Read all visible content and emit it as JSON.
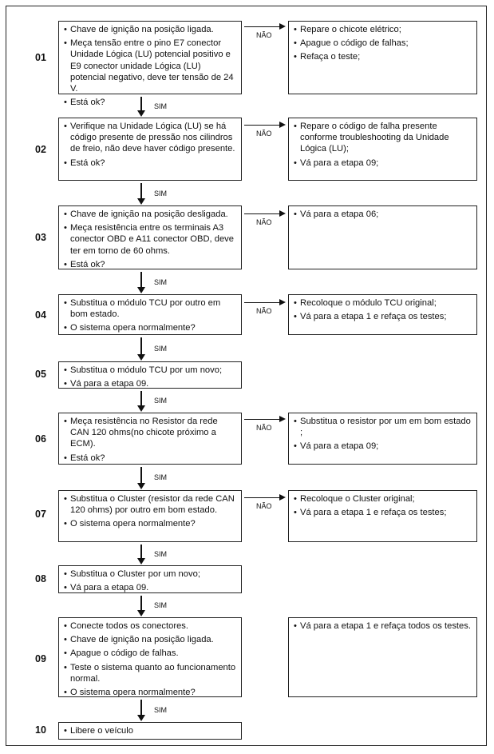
{
  "steps": [
    {
      "num": "01",
      "left": [
        "Chave de ignição na posição ligada.",
        "Meça tensão entre o pino E7 conector Unidade Lógica (LU) potencial  positivo e E9 conector unidade Lógica (LU) potencial negativo, deve ter tensão de 24 V.",
        "Está ok?"
      ],
      "right": [
        "Repare o chicote elétrico;",
        "Apague o código de falhas;",
        "Refaça o teste;"
      ]
    },
    {
      "num": "02",
      "left": [
        "Verifique na Unidade Lógica (LU) se há código presente de pressão nos cilindros de freio, não deve haver código presente.",
        "Está ok?"
      ],
      "right": [
        "Repare o código de falha presente conforme troubleshooting da Unidade Lógica (LU);",
        "Vá para a etapa 09;"
      ]
    },
    {
      "num": "03",
      "left": [
        "Chave de ignição na posição desligada.",
        "Meça resistência entre os terminais A3 conector OBD e A11 conector OBD, deve ter em torno de 60 ohms.",
        "Está ok?"
      ],
      "right": [
        "Vá para a etapa 06;"
      ]
    },
    {
      "num": "04",
      "left": [
        "Substitua o módulo TCU por outro  em bom estado.",
        "O sistema opera normalmente?"
      ],
      "right": [
        "Recoloque o módulo TCU original;",
        "Vá para a etapa 1 e refaça os testes;"
      ]
    },
    {
      "num": "05",
      "left": [
        "Substitua o módulo TCU por um novo;",
        "Vá para a etapa 09."
      ],
      "right": []
    },
    {
      "num": "06",
      "left": [
        "Meça resistência no Resistor da rede CAN 120 ohms(no chicote próximo a ECM).",
        "Está ok?"
      ],
      "right": [
        "Substitua o resistor por um em bom estado ;",
        "Vá para a etapa 09;"
      ]
    },
    {
      "num": "07",
      "left": [
        "Substitua o Cluster (resistor da rede CAN 120 ohms)  por outro  em bom estado.",
        "O sistema opera normalmente?"
      ],
      "right": [
        "Recoloque o Cluster original;",
        "Vá para a etapa 1 e refaça os testes;"
      ]
    },
    {
      "num": "08",
      "left": [
        "Substitua o Cluster por um novo;",
        "Vá para a etapa 09."
      ],
      "right": []
    },
    {
      "num": "09",
      "left": [
        "Conecte todos os conectores.",
        "Chave de ignição na posição ligada.",
        "Apague o código de falhas.",
        "Teste o sistema quanto ao funcionamento normal.",
        "O sistema opera normalmente?"
      ],
      "right": [
        "Vá para a etapa 1 e refaça todos os testes."
      ]
    },
    {
      "num": "10",
      "left": [
        "Libere o veículo"
      ],
      "right": []
    }
  ],
  "labels": {
    "nao": "NÃO",
    "sim": "SIM"
  }
}
